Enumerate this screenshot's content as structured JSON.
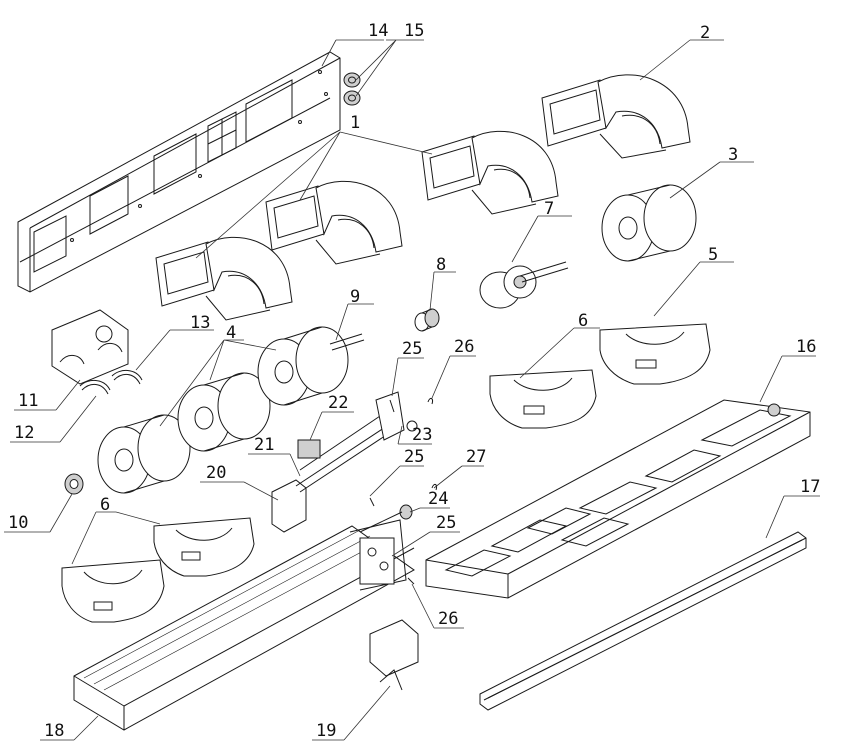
{
  "diagram": {
    "kind": "exploded-view",
    "callouts": [
      {
        "id": "c1",
        "label": "1"
      },
      {
        "id": "c2",
        "label": "2"
      },
      {
        "id": "c3",
        "label": "3"
      },
      {
        "id": "c4",
        "label": "4"
      },
      {
        "id": "c5",
        "label": "5"
      },
      {
        "id": "c6a",
        "label": "6"
      },
      {
        "id": "c6b",
        "label": "6"
      },
      {
        "id": "c7",
        "label": "7"
      },
      {
        "id": "c8",
        "label": "8"
      },
      {
        "id": "c9",
        "label": "9"
      },
      {
        "id": "c10",
        "label": "10"
      },
      {
        "id": "c11",
        "label": "11"
      },
      {
        "id": "c12",
        "label": "12"
      },
      {
        "id": "c13",
        "label": "13"
      },
      {
        "id": "c14",
        "label": "14"
      },
      {
        "id": "c15",
        "label": "15"
      },
      {
        "id": "c16",
        "label": "16"
      },
      {
        "id": "c17",
        "label": "17"
      },
      {
        "id": "c18",
        "label": "18"
      },
      {
        "id": "c19",
        "label": "19"
      },
      {
        "id": "c20",
        "label": "20"
      },
      {
        "id": "c21",
        "label": "21"
      },
      {
        "id": "c22",
        "label": "22"
      },
      {
        "id": "c23",
        "label": "23"
      },
      {
        "id": "c24",
        "label": "24"
      },
      {
        "id": "c25a",
        "label": "25"
      },
      {
        "id": "c25b",
        "label": "25"
      },
      {
        "id": "c25c",
        "label": "25"
      },
      {
        "id": "c26a",
        "label": "26"
      },
      {
        "id": "c26b",
        "label": "26"
      },
      {
        "id": "c27",
        "label": "27"
      }
    ]
  }
}
